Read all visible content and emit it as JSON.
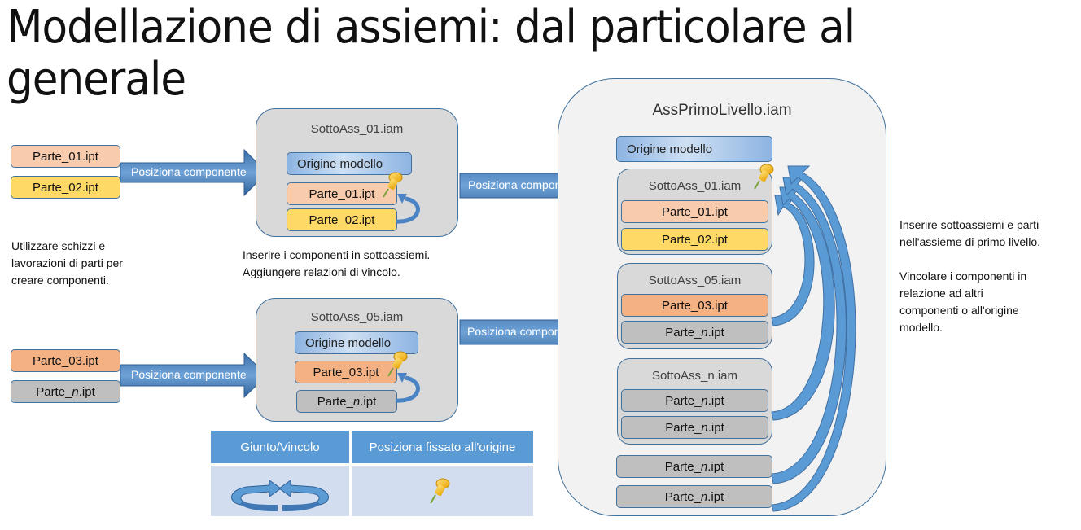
{
  "title": "Modellazione di assiemi: dal particolare al generale",
  "left_parts": {
    "group1": [
      "Parte_01.ipt",
      "Parte_02.ipt"
    ],
    "group2_a": "Parte_03.ipt",
    "group2_b_prefix": "Parte_",
    "group2_b_italic": "n",
    "group2_b_suffix": ".ipt"
  },
  "arrow_label": "Posiziona componente",
  "subassembly_1": {
    "title": "SottoAss_01.iam",
    "origin": "Origine modello",
    "parts": [
      "Parte_01.ipt",
      "Parte_02.ipt"
    ]
  },
  "subassembly_5": {
    "title": "SottoAss_05.iam",
    "origin": "Origine modello",
    "part_a": "Parte_03.ipt",
    "part_n_prefix": "Parte_",
    "part_n_italic": "n",
    "part_n_suffix": ".ipt"
  },
  "captions": {
    "left": [
      "Utilizzare schizzi e",
      "lavorazioni di parti per",
      "creare componenti."
    ],
    "middle": [
      "Inserire i componenti in sottoassiemi.",
      "Aggiungere relazioni di vincolo."
    ],
    "right_1": [
      "Inserire sottoassiemi e parti",
      "nell'assieme di primo livello."
    ],
    "right_2": [
      "Vincolare i componenti in",
      "relazione ad altri",
      "componenti o all'origine",
      "modello."
    ]
  },
  "top_level": {
    "title": "AssPrimoLivello.iam",
    "origin": "Origine modello",
    "sub1": {
      "title": "SottoAss_01.iam",
      "parts": [
        "Parte_01.ipt",
        "Parte_02.ipt"
      ]
    },
    "sub5": {
      "title": "SottoAss_05.iam",
      "part_a": "Parte_03.ipt"
    },
    "subn": {
      "title": "SottoAss_n.iam"
    },
    "part_n_prefix": "Parte_",
    "part_n_italic": "n",
    "part_n_suffix": ".ipt"
  },
  "legend": {
    "headers": [
      "Giunto/Vincolo",
      "Posiziona fissato all'origine"
    ],
    "icons": [
      "constraint-arrows-icon",
      "pushpin-icon"
    ]
  },
  "colors": {
    "border_blue": "#41719c",
    "arrow_blue": "#5b9bd5",
    "salmon": "#f8cbad",
    "yellow": "#ffd966",
    "orange": "#f4b183",
    "gray": "#bfbfbf"
  }
}
